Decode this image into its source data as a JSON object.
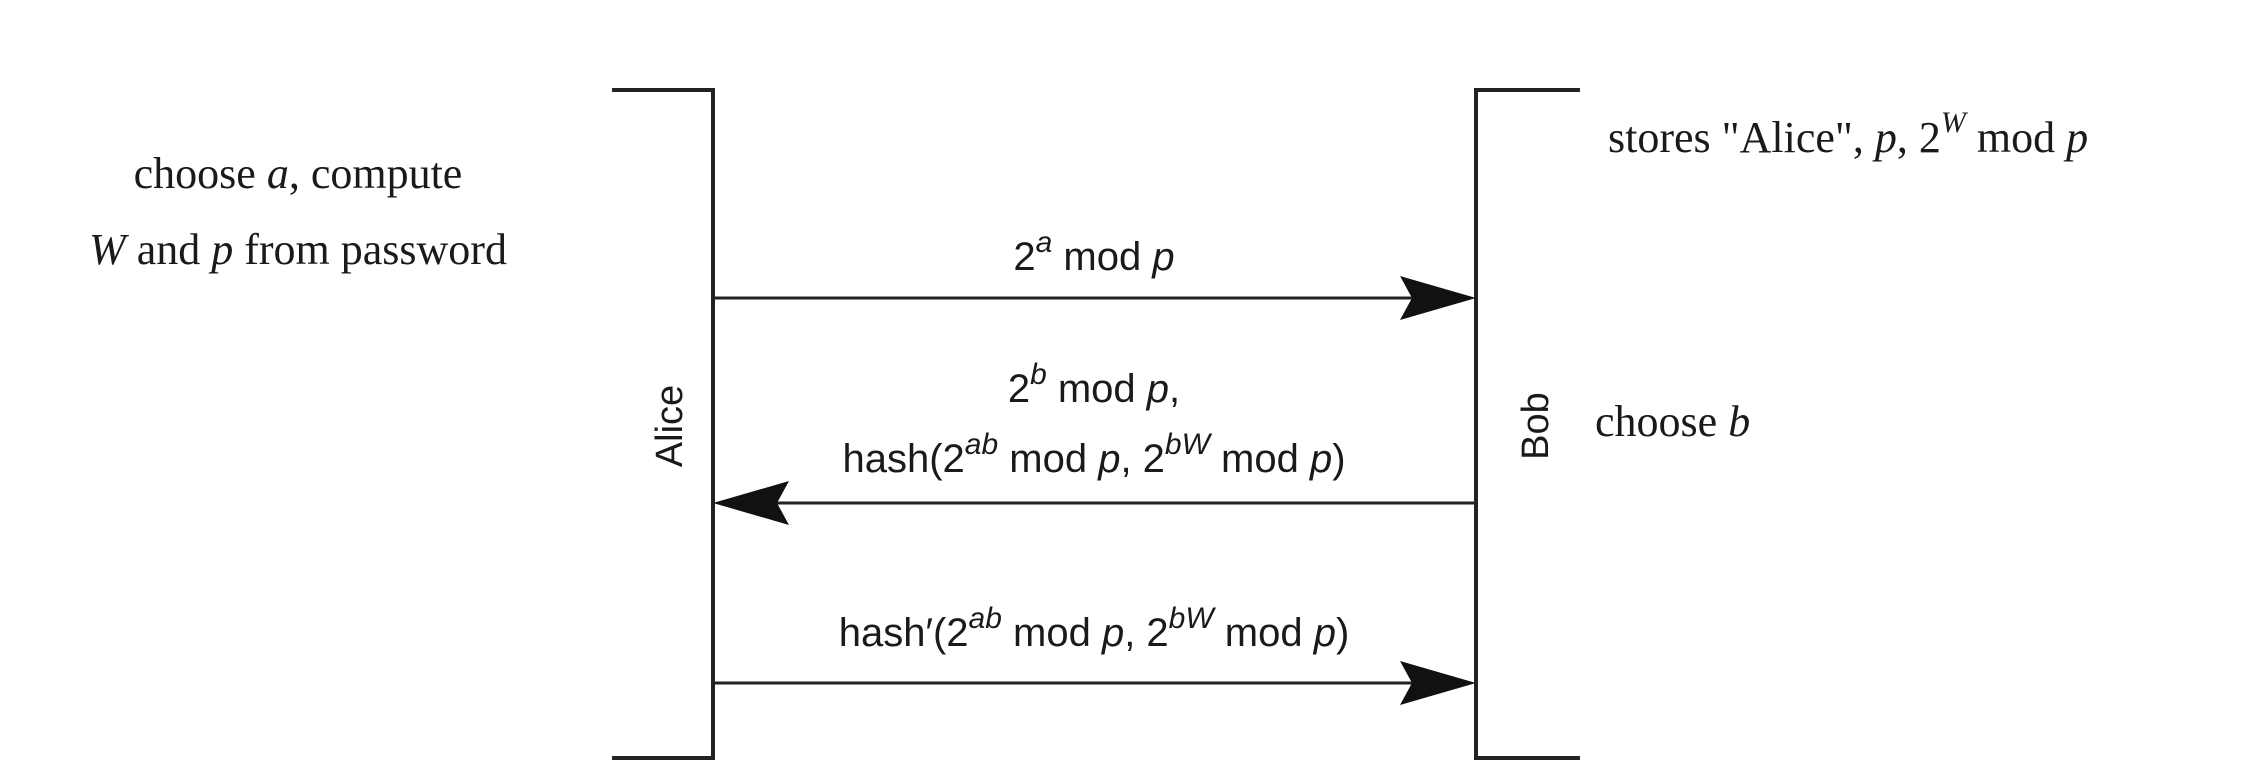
{
  "alice": {
    "name": "Alice",
    "note_line1_parts": [
      "choose ",
      "a",
      ", compute"
    ],
    "note_line2_parts": [
      "W",
      " and ",
      "p",
      " from password"
    ]
  },
  "bob": {
    "name": "Bob",
    "stores_parts": [
      "stores \"Alice\", ",
      "p",
      ", 2",
      "W",
      " mod ",
      "p"
    ],
    "choose_parts": [
      "choose ",
      "b"
    ]
  },
  "messages": [
    {
      "direction": "alice-to-bob",
      "lines": [
        [
          "2",
          "a",
          " mod ",
          "p"
        ]
      ]
    },
    {
      "direction": "bob-to-alice",
      "lines": [
        [
          "2",
          "b",
          " mod ",
          "p",
          ","
        ],
        [
          "hash(2",
          "ab",
          " mod ",
          "p",
          ", 2",
          "bW",
          " mod ",
          "p",
          ")"
        ]
      ]
    },
    {
      "direction": "alice-to-bob",
      "lines": [
        [
          "hash′(2",
          "ab",
          " mod ",
          "p",
          ", 2",
          "bW",
          " mod ",
          "p",
          ")"
        ]
      ]
    }
  ]
}
